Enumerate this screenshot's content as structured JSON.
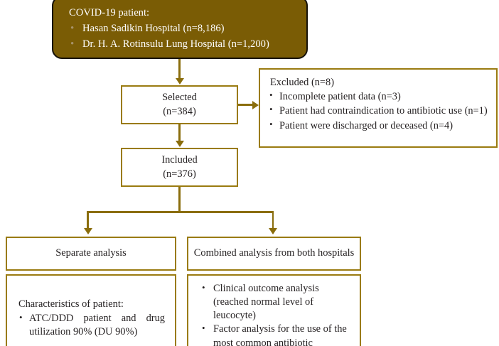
{
  "diagram": {
    "title": "COVID-19 patient study flow diagram",
    "colors": {
      "dark_box_fill": "#7a5c05",
      "dark_box_border": "#16120a",
      "box_border": "#9a7b10",
      "connector": "#8a6d0c",
      "text": "#231f20",
      "dark_box_text": "#ffffff",
      "dark_bullet": "#a79269"
    },
    "top_box": {
      "header": "COVID-19 patient:",
      "items": [
        "Hasan Sadikin Hospital (n=8,186)",
        "Dr. H. A. Rotinsulu Lung Hospital (n=1,200)"
      ]
    },
    "selected_box": {
      "line1": "Selected",
      "line2": "(n=384)"
    },
    "excluded_box": {
      "header": "Excluded (n=8)",
      "items": [
        "Incomplete patient data (n=3)",
        "Patient had contraindication to antibiotic use (n=1)",
        "Patient were discharged or deceased (n=4)"
      ]
    },
    "included_box": {
      "line1": "Included",
      "line2": "(n=376)"
    },
    "separate_head_box": {
      "label": "Separate analysis"
    },
    "combined_head_box": {
      "label": "Combined analysis from both hospitals"
    },
    "separate_body_box": {
      "header": "Characteristics of patient:",
      "items": [
        "ATC/DDD patient and drug utilization 90% (DU 90%)"
      ]
    },
    "combined_body_box": {
      "items": [
        "Clinical outcome analysis (reached normal level of leucocyte)",
        "Factor analysis for the use of the most common antibiotic"
      ]
    },
    "bullet_glyph": "•"
  }
}
